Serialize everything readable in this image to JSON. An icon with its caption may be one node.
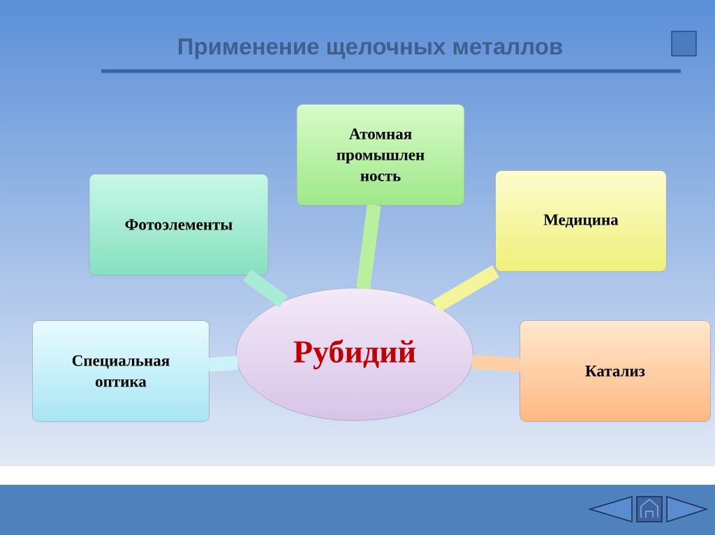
{
  "diagram": {
    "title": "Применение щелочных металлов",
    "nodes": [
      {
        "text": [
          "Атомная промышлен ность"
        ]
      },
      {
        "text": [
          "Фотоэлементы"
        ]
      },
      {
        "text": [
          "Медицина"
        ]
      },
      {
        "text": [
          "Специальная оптика"
        ]
      },
      {
        "text": [
          "Рубидий"
        ]
      },
      {
        "text": [
          "Катализ"
        ]
      }
    ],
    "edges": [
      {
        "from": 4,
        "to": 0,
        "arrow": "none",
        "color": "#b8f0a0"
      },
      {
        "from": 4,
        "to": 1,
        "arrow": "none",
        "color": "#a8ecd4"
      },
      {
        "from": 4,
        "to": 2,
        "arrow": "none",
        "color": "#f4f49a"
      },
      {
        "from": 4,
        "to": 3,
        "arrow": "none",
        "color": "#cdf2f8"
      },
      {
        "from": 4,
        "to": 5,
        "arrow": "none",
        "color": "#ffd0a8"
      }
    ]
  }
}
